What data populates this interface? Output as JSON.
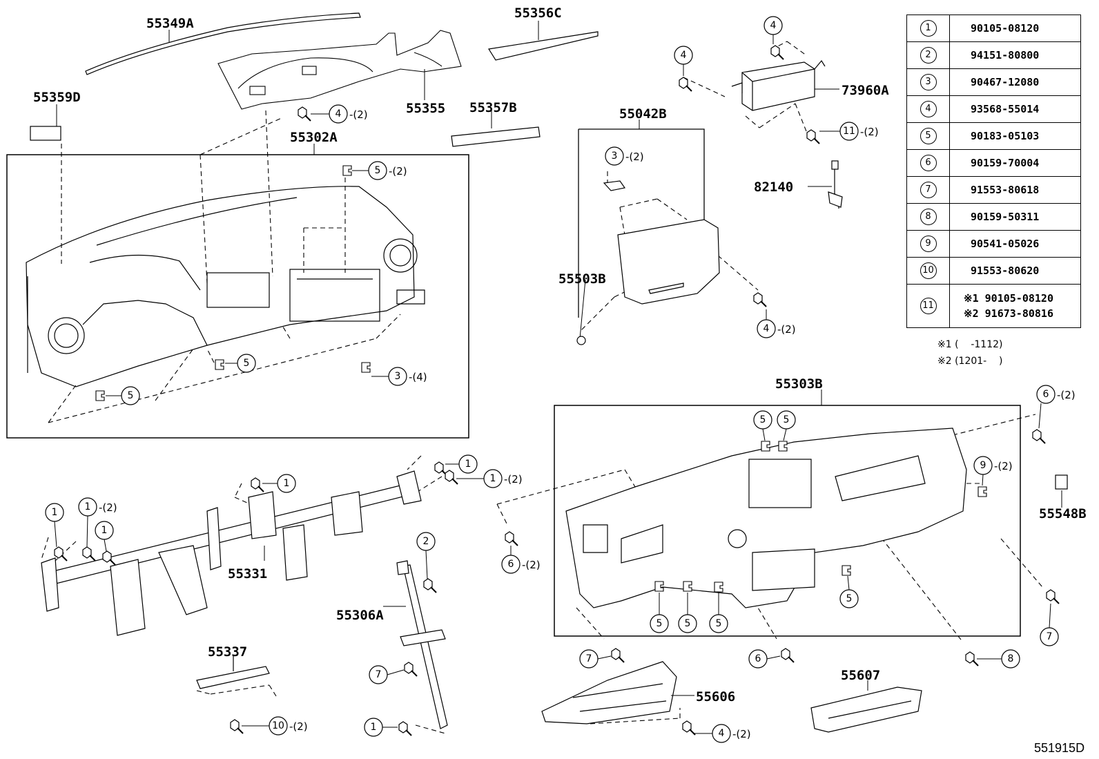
{
  "drawing_id": "551915D",
  "parts": {
    "p55349A": "55349A",
    "p55356C": "55356C",
    "p55359D": "55359D",
    "p55355": "55355",
    "p55357B": "55357B",
    "p55302A": "55302A",
    "p55042B": "55042B",
    "p73960A": "73960A",
    "p82140": "82140",
    "p55503B": "55503B",
    "p55303B": "55303B",
    "p55548B": "55548B",
    "p55331": "55331",
    "p55306A": "55306A",
    "p55337": "55337",
    "p55606": "55606",
    "p55607": "55607"
  },
  "quantities": {
    "q2": "-(2)",
    "q4": "-(4)"
  },
  "callout_numbers": {
    "c1": "1",
    "c2": "2",
    "c3": "3",
    "c4": "4",
    "c5": "5",
    "c6": "6",
    "c7": "7",
    "c8": "8",
    "c9": "9",
    "c10": "10",
    "c11": "11"
  },
  "reference_table": {
    "rows": [
      {
        "index": "1",
        "part": "90105-08120"
      },
      {
        "index": "2",
        "part": "94151-80800"
      },
      {
        "index": "3",
        "part": "90467-12080"
      },
      {
        "index": "4",
        "part": "93568-55014"
      },
      {
        "index": "5",
        "part": "90183-05103"
      },
      {
        "index": "6",
        "part": "90159-70004"
      },
      {
        "index": "7",
        "part": "91553-80618"
      },
      {
        "index": "8",
        "part": "90159-50311"
      },
      {
        "index": "9",
        "part": "90541-05026"
      },
      {
        "index": "10",
        "part": "91553-80620"
      }
    ],
    "row11": {
      "index": "11",
      "line1": "※1 90105-08120",
      "line2": "※2 91673-80816"
    }
  },
  "footnotes": {
    "note1": "※1 (    -1112)",
    "note2": "※2 (1201-    )"
  }
}
